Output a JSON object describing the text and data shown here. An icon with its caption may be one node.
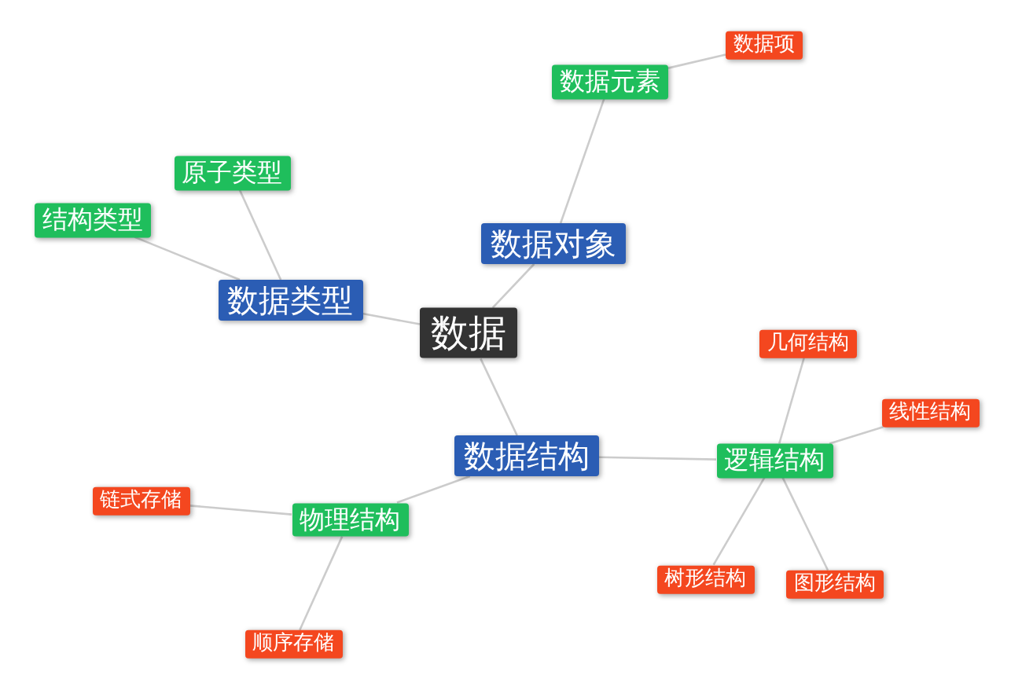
{
  "diagram": {
    "nodes": [
      {
        "text": [
          "数据"
        ]
      },
      {
        "text": [
          "数据类型"
        ]
      },
      {
        "text": [
          "原子类型"
        ]
      },
      {
        "text": [
          "结构类型"
        ]
      },
      {
        "text": [
          "数据对象"
        ]
      },
      {
        "text": [
          "数据元素"
        ]
      },
      {
        "text": [
          "数据项"
        ]
      },
      {
        "text": [
          "数据结构"
        ]
      },
      {
        "text": [
          "逻辑结构"
        ]
      },
      {
        "text": [
          "几何结构"
        ]
      },
      {
        "text": [
          "线性结构"
        ]
      },
      {
        "text": [
          "树形结构"
        ]
      },
      {
        "text": [
          "图形结构"
        ]
      },
      {
        "text": [
          "物理结构"
        ]
      },
      {
        "text": [
          "链式存储"
        ]
      },
      {
        "text": [
          "顺序存储"
        ]
      }
    ],
    "edges": [
      {
        "from": 0,
        "to": 1,
        "arrow": "none"
      },
      {
        "from": 1,
        "to": 2,
        "arrow": "none"
      },
      {
        "from": 1,
        "to": 3,
        "arrow": "none"
      },
      {
        "from": 0,
        "to": 4,
        "arrow": "none"
      },
      {
        "from": 4,
        "to": 5,
        "arrow": "none"
      },
      {
        "from": 5,
        "to": 6,
        "arrow": "none"
      },
      {
        "from": 0,
        "to": 7,
        "arrow": "none"
      },
      {
        "from": 7,
        "to": 8,
        "arrow": "none"
      },
      {
        "from": 8,
        "to": 9,
        "arrow": "none"
      },
      {
        "from": 8,
        "to": 10,
        "arrow": "none"
      },
      {
        "from": 8,
        "to": 11,
        "arrow": "none"
      },
      {
        "from": 8,
        "to": 12,
        "arrow": "none"
      },
      {
        "from": 7,
        "to": 13,
        "arrow": "none"
      },
      {
        "from": 13,
        "to": 14,
        "arrow": "none"
      },
      {
        "from": 13,
        "to": 15,
        "arrow": "none"
      }
    ]
  }
}
